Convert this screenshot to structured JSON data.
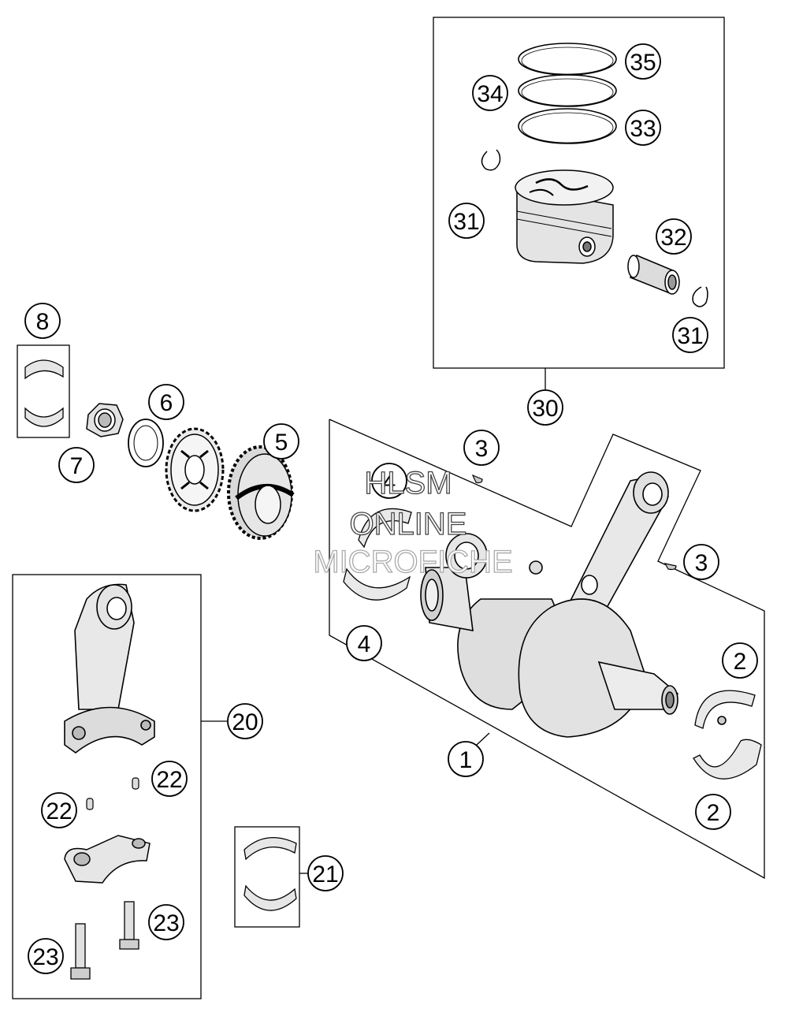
{
  "watermark": {
    "line1": "HLSM",
    "line2": "ONLINE",
    "line3": "MICROFICHE"
  },
  "callouts": [
    {
      "id": "c35",
      "label": "35"
    },
    {
      "id": "c34",
      "label": "34"
    },
    {
      "id": "c33",
      "label": "33"
    },
    {
      "id": "c31a",
      "label": "31"
    },
    {
      "id": "c32",
      "label": "32"
    },
    {
      "id": "c31b",
      "label": "31"
    },
    {
      "id": "c30",
      "label": "30"
    },
    {
      "id": "c8",
      "label": "8"
    },
    {
      "id": "c6",
      "label": "6"
    },
    {
      "id": "c7",
      "label": "7"
    },
    {
      "id": "c5",
      "label": "5"
    },
    {
      "id": "c3a",
      "label": "3"
    },
    {
      "id": "c4a",
      "label": "4"
    },
    {
      "id": "c3b",
      "label": "3"
    },
    {
      "id": "c4b",
      "label": "4"
    },
    {
      "id": "c2a",
      "label": "2"
    },
    {
      "id": "c2b",
      "label": "2"
    },
    {
      "id": "c1",
      "label": "1"
    },
    {
      "id": "c20",
      "label": "20"
    },
    {
      "id": "c22a",
      "label": "22"
    },
    {
      "id": "c22b",
      "label": "22"
    },
    {
      "id": "c21",
      "label": "21"
    },
    {
      "id": "c23a",
      "label": "23"
    },
    {
      "id": "c23b",
      "label": "23"
    }
  ]
}
